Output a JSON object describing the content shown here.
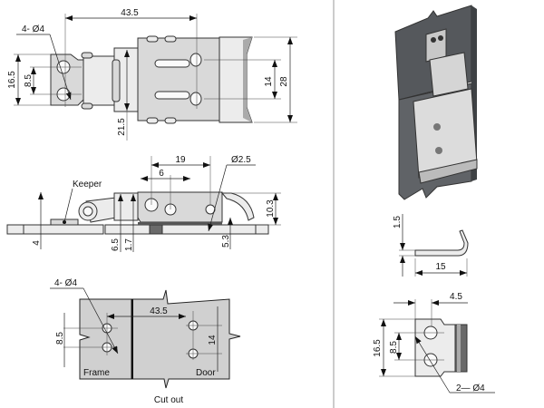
{
  "top_view": {
    "dim_length": "43.5",
    "dim_holes": "4- Ø4",
    "dim_keeper_height": "16.5",
    "dim_keeper_pitch": "8.5",
    "dim_body_pitch": "14",
    "dim_body_height": "28",
    "dim_hinge": "21.5"
  },
  "side_view": {
    "dim_19": "19",
    "dim_6": "6",
    "dim_pin": "Ø2.5",
    "keeper_label": "Keeper",
    "dim_height": "10.3",
    "dim_4": "4",
    "dim_6_5": "6.5",
    "dim_1_7": "1.7",
    "dim_5_3": "5.3"
  },
  "cutout": {
    "dim_holes": "4- Ø4",
    "dim_length": "43.5",
    "dim_frame_pitch": "8.5",
    "dim_door_pitch": "14",
    "frame_label": "Frame",
    "door_label": "Door",
    "caption": "Cut out"
  },
  "keeper_detail": {
    "dim_thickness": "1.5",
    "dim_length": "15",
    "dim_offset": "4.5",
    "dim_height": "16.5",
    "dim_pitch": "8.5",
    "dim_holes": "2— Ø4"
  }
}
